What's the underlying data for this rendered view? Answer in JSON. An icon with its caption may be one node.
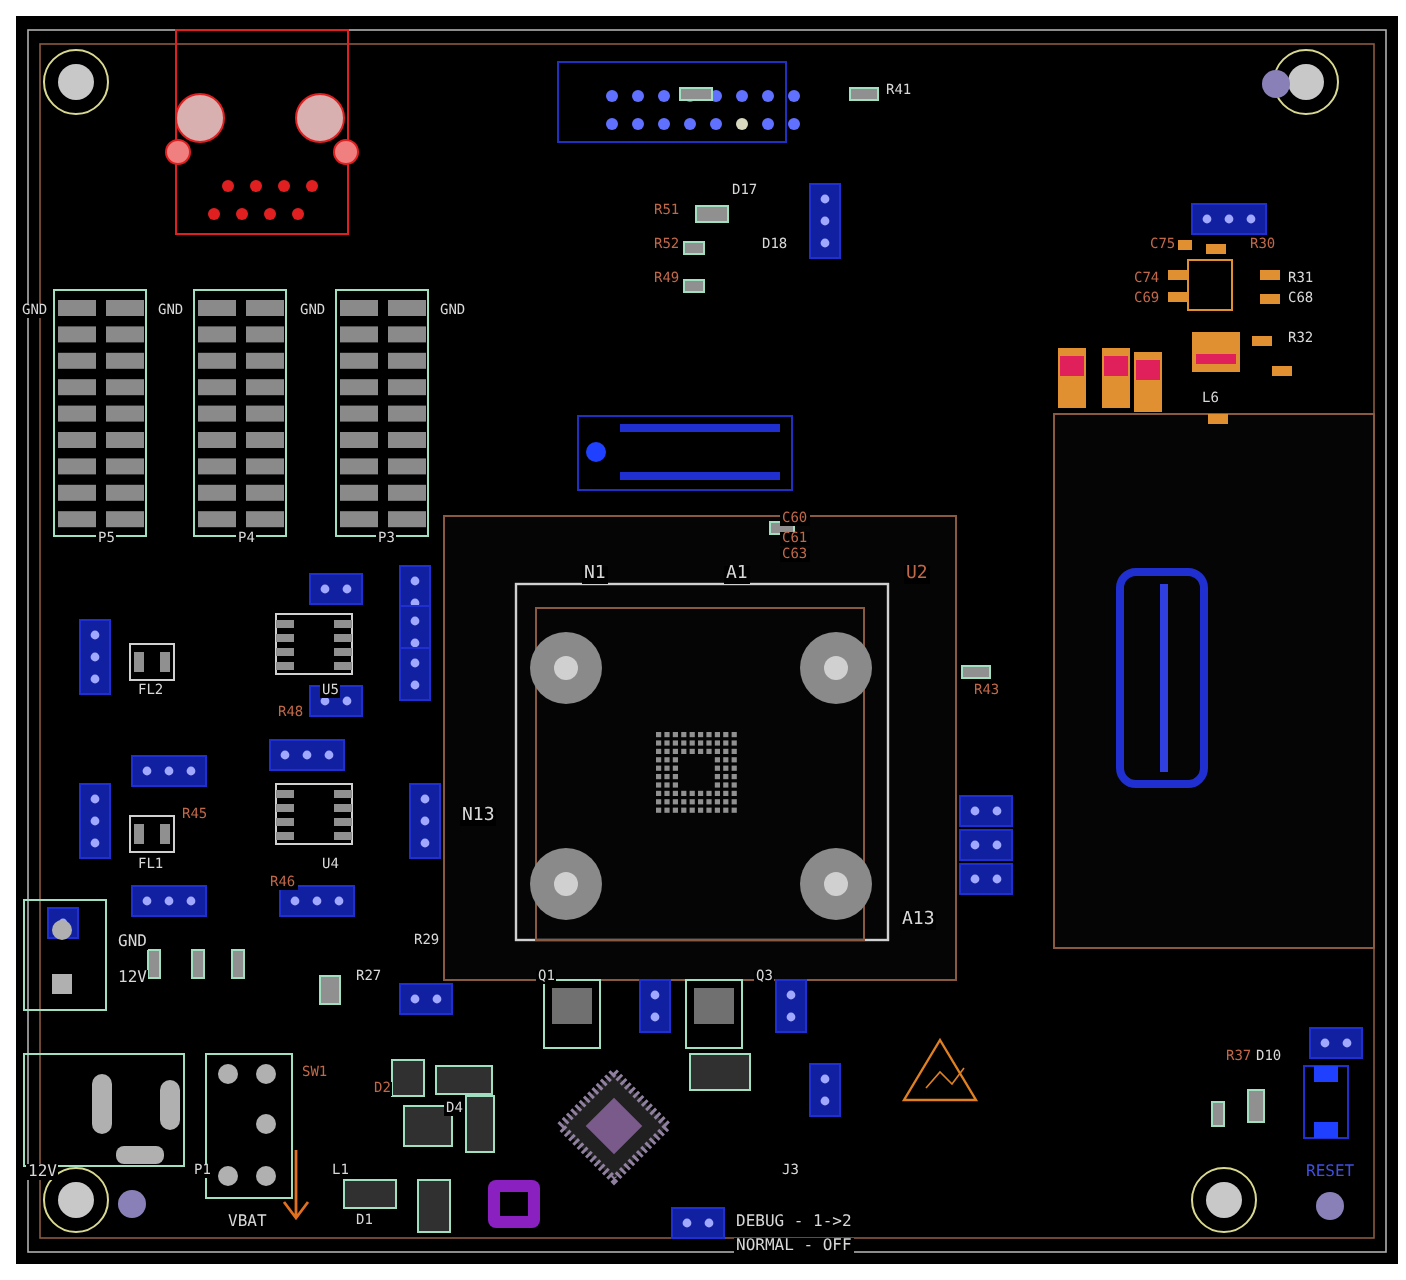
{
  "diagram": {
    "labels": [
      "R41",
      "D17",
      "R51",
      "R52",
      "D18",
      "C75",
      "R30",
      "R49",
      "C74",
      "R31",
      "C69",
      "C68",
      "GND",
      "GND",
      "GND",
      "GND",
      "R32",
      "L6",
      "C60",
      "P5",
      "P4",
      "P3",
      "C61",
      "C63",
      "N1",
      "A1",
      "U2",
      "FL2",
      "U5",
      "R43",
      "R48",
      "R45",
      "N13",
      "FL1",
      "U4",
      "R46",
      "A13",
      "GND",
      "R29",
      "12V",
      "R27",
      "Q1",
      "Q3",
      "R37",
      "D10",
      "SW1",
      "D2",
      "D4",
      "12V",
      "P1",
      "L1",
      "J3",
      "RESET",
      "VBAT",
      "D1",
      "DEBUG - 1->2",
      "NORMAL - OFF"
    ]
  }
}
